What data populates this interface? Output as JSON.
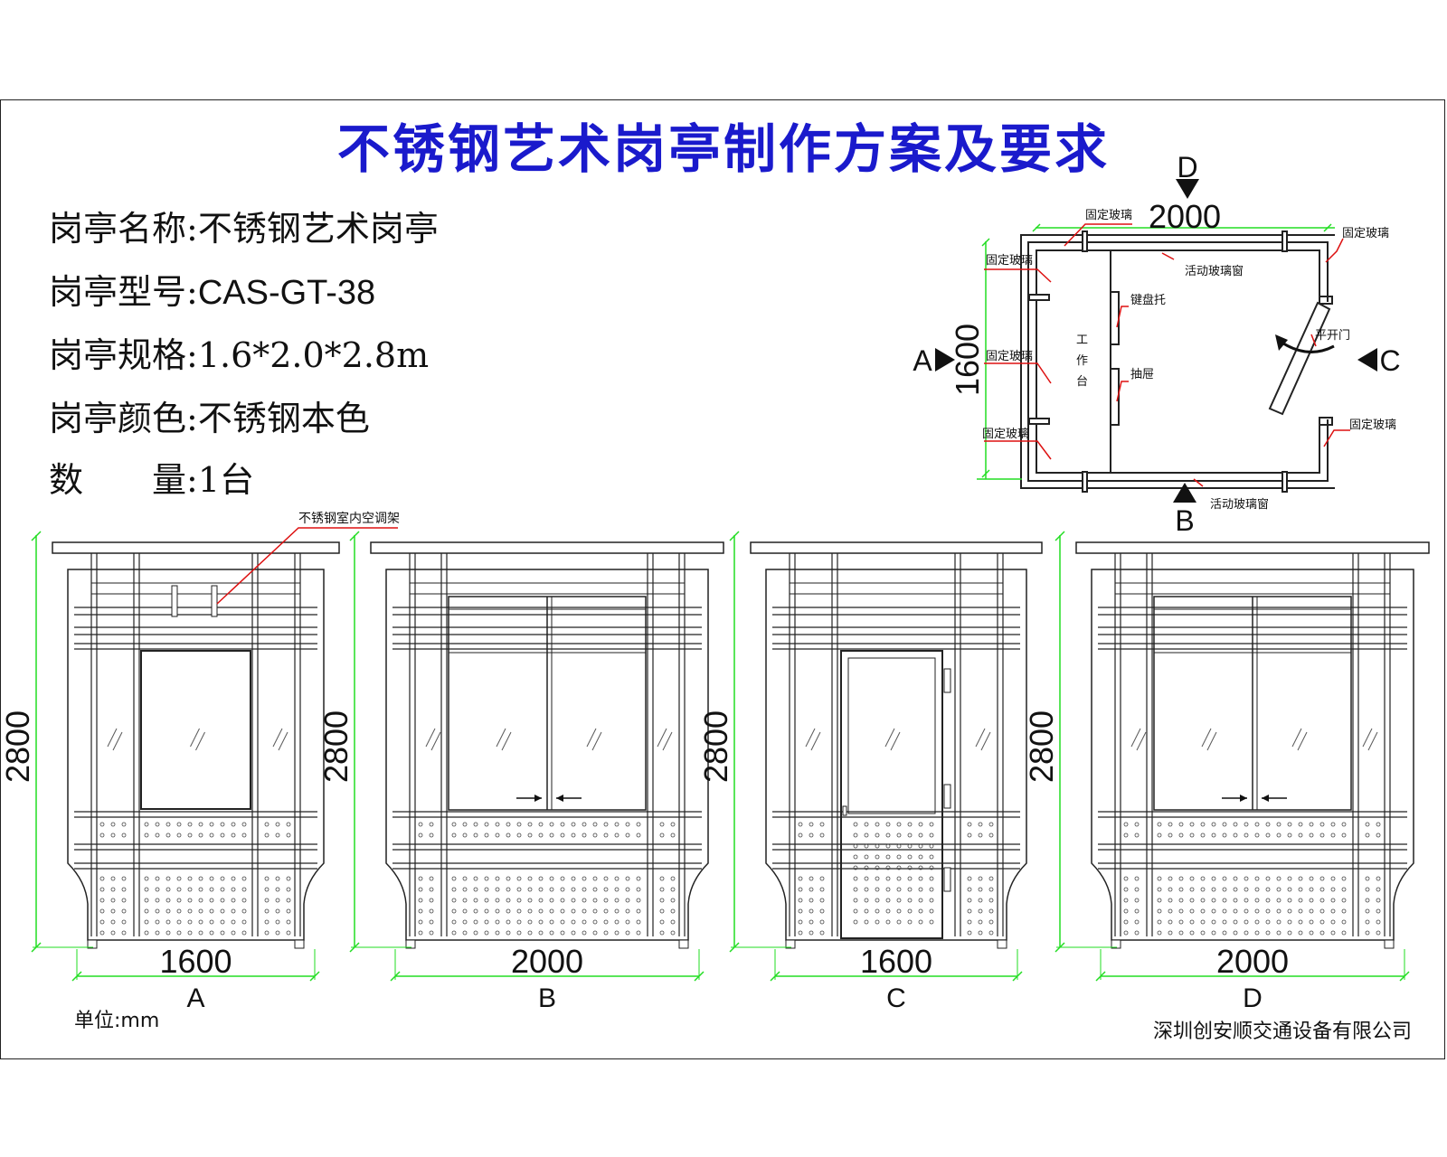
{
  "title": "不锈钢艺术岗亭制作方案及要求",
  "specs": [
    {
      "label": "岗亭名称:",
      "value": "不锈钢艺术岗亭"
    },
    {
      "label": "岗亭型号:",
      "value": "CAS-GT-38"
    },
    {
      "label": "岗亭规格:",
      "value": "1.6*2.0*2.8m"
    },
    {
      "label": "岗亭颜色:",
      "value": "不锈钢本色"
    },
    {
      "label": "数　　量:",
      "value": "1台"
    }
  ],
  "plan": {
    "dir_top": "D",
    "dir_left": "A",
    "dir_right": "C",
    "dir_bottom": "B",
    "dim_width": "2000",
    "dim_depth": "1600",
    "labels": {
      "fixed_glass": "固定玻璃",
      "sliding_window": "活动玻璃窗",
      "keyboard_tray": "键盘托",
      "drawer": "抽屉",
      "workbench": [
        "工",
        "作",
        "台"
      ],
      "door": "平开门"
    }
  },
  "elevations": [
    {
      "view": "A",
      "width": "1600",
      "height": "2800"
    },
    {
      "view": "B",
      "width": "2000",
      "height": "2800"
    },
    {
      "view": "C",
      "width": "1600",
      "height": "2800"
    },
    {
      "view": "D",
      "width": "2000",
      "height": "2800"
    }
  ],
  "ac_rack_label": "不锈钢室内空调架",
  "unit": "单位:mm",
  "company": "深圳创安顺交通设备有限公司",
  "colors": {
    "title": "#1a1acc",
    "dimension": "#22dd22",
    "leader": "#dd1111",
    "line": "#222222"
  }
}
